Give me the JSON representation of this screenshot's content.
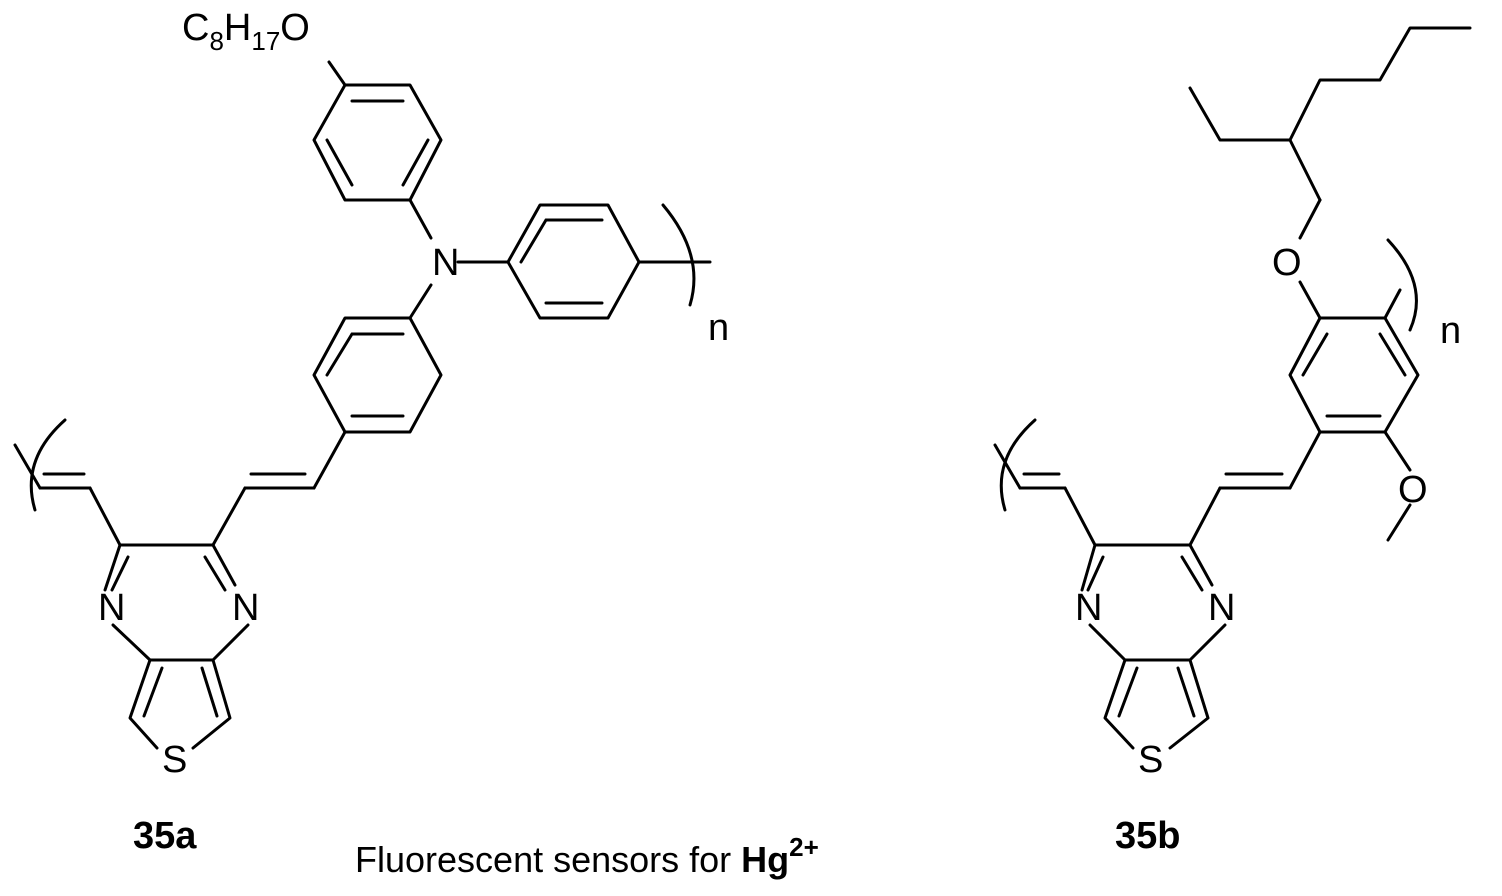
{
  "compounds": [
    {
      "label": "35a",
      "substituent": {
        "prefix": "C",
        "sub1": "8",
        "mid": "H",
        "sub2": "17",
        "suffix": "O"
      },
      "amine_atom": "N",
      "ring_atoms": [
        "N",
        "N",
        "S"
      ],
      "repeat_index": "n"
    },
    {
      "label": "35b",
      "ring_atoms": [
        "N",
        "N",
        "S"
      ],
      "ether_atoms": [
        "O",
        "O"
      ],
      "repeat_index": "n"
    }
  ],
  "caption": {
    "text": "Fluorescent sensors for ",
    "ion": "Hg",
    "charge": "2+"
  }
}
